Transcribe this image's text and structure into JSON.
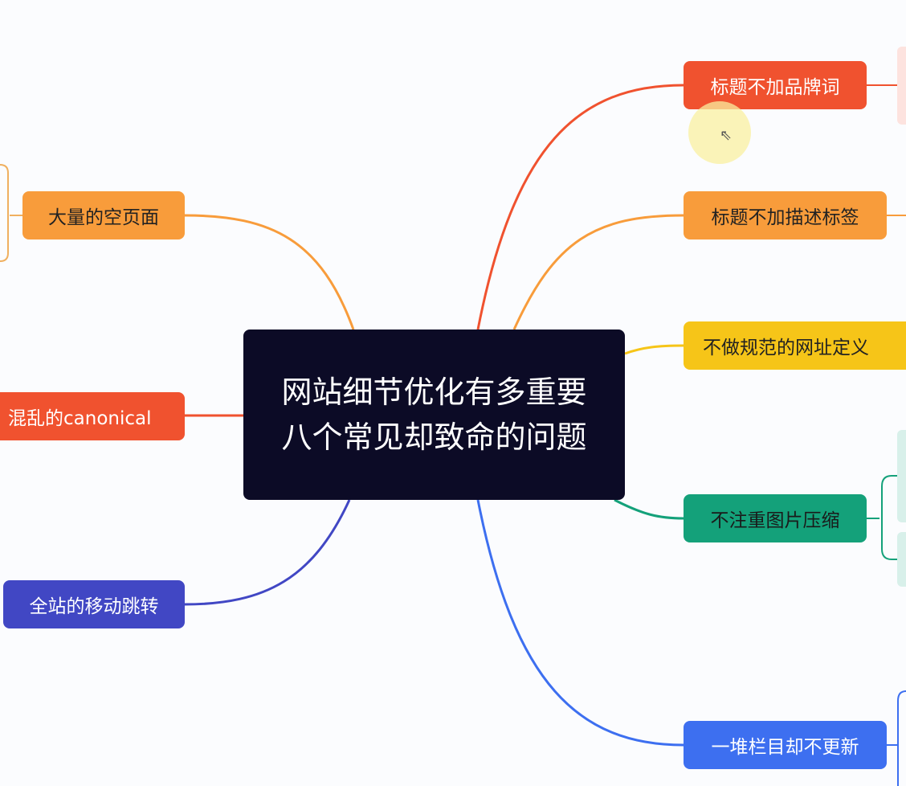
{
  "center": {
    "title": "网站细节优化有多重要 八个常见却致命的问题"
  },
  "right_nodes": [
    {
      "label": "标题不加品牌词",
      "color": "#f0522f"
    },
    {
      "label": "标题不加描述标签",
      "color": "#f89c3b"
    },
    {
      "label": "不做规范的网址定义",
      "color": "#f6c518"
    },
    {
      "label": "不注重图片压缩",
      "color": "#14a17a"
    },
    {
      "label": "一堆栏目却不更新",
      "color": "#3d6ff0"
    }
  ],
  "left_nodes": [
    {
      "label": "大量的空页面",
      "color": "#f89c3b"
    },
    {
      "label": "混乱的canonical",
      "color": "#f0522f"
    },
    {
      "label": "全站的移动跳转",
      "color": "#4147c4"
    }
  ]
}
